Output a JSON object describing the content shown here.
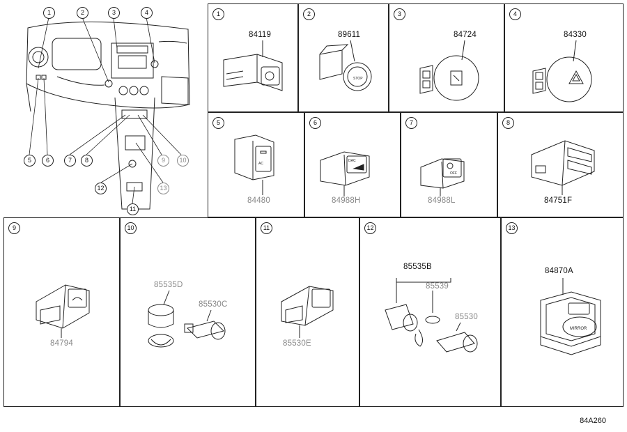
{
  "diagram_code": "84A260",
  "overview_callouts": [
    "1",
    "2",
    "3",
    "4",
    "5",
    "6",
    "7",
    "8",
    "9",
    "10",
    "11",
    "12",
    "13"
  ],
  "panels": [
    {
      "num": "1",
      "parts": [
        "84119"
      ]
    },
    {
      "num": "2",
      "parts": [
        "89611"
      ]
    },
    {
      "num": "3",
      "parts": [
        "84724"
      ]
    },
    {
      "num": "4",
      "parts": [
        "84330"
      ]
    },
    {
      "num": "5",
      "parts": [
        "84480"
      ]
    },
    {
      "num": "6",
      "parts": [
        "84988H"
      ]
    },
    {
      "num": "7",
      "parts": [
        "84988L"
      ]
    },
    {
      "num": "8",
      "parts": [
        "84751F"
      ]
    },
    {
      "num": "9",
      "parts": [
        "84794"
      ]
    },
    {
      "num": "10",
      "parts": [
        "85535D",
        "85530C"
      ]
    },
    {
      "num": "11",
      "parts": [
        "85530E"
      ]
    },
    {
      "num": "12",
      "parts": [
        "85535B",
        "85539",
        "85530"
      ]
    },
    {
      "num": "13",
      "parts": [
        "84870A"
      ]
    }
  ],
  "icons": {
    "line_color": "#222222",
    "muted_color": "#888888"
  }
}
